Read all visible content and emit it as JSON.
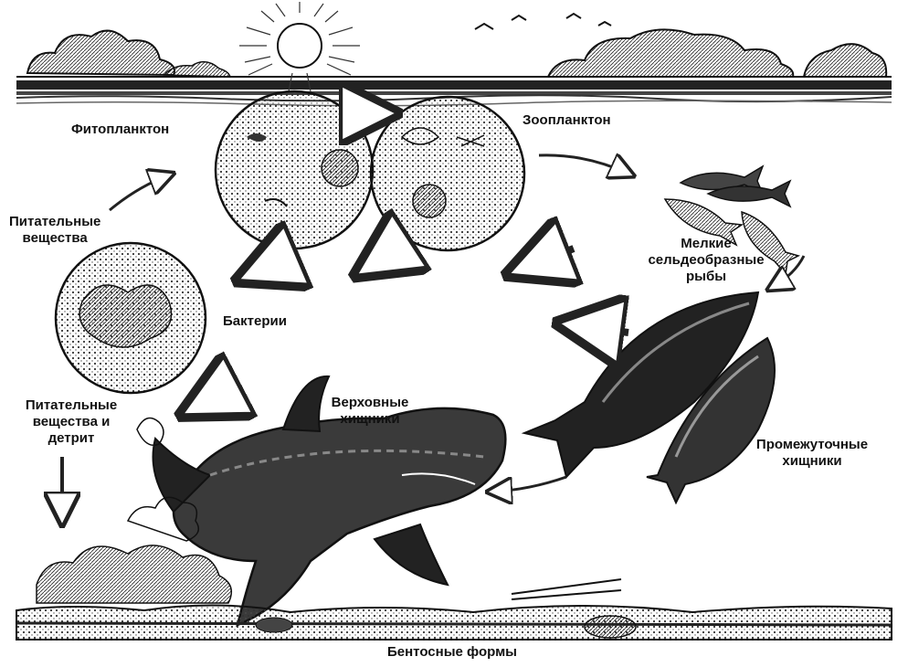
{
  "labels": {
    "phytoplankton": "Фитопланктон",
    "zooplankton": "Зоопланктон",
    "nutrients_1": "Питательные",
    "nutrients_2": "вещества",
    "small_fish_1": "Мелкие",
    "small_fish_2": "сельдеобразные",
    "small_fish_3": "рыбы",
    "bacteria": "Бактерии",
    "detritus_1": "Питательные",
    "detritus_2": "вещества и",
    "detritus_3": "детрит",
    "apex_1": "Верховные",
    "apex_2": "хищники",
    "intermediate_1": "Промежуточные",
    "intermediate_2": "хищники",
    "benthic": "Бентосные формы"
  },
  "colors": {
    "ink": "#111111",
    "background": "#ffffff",
    "shade": "#555555"
  }
}
